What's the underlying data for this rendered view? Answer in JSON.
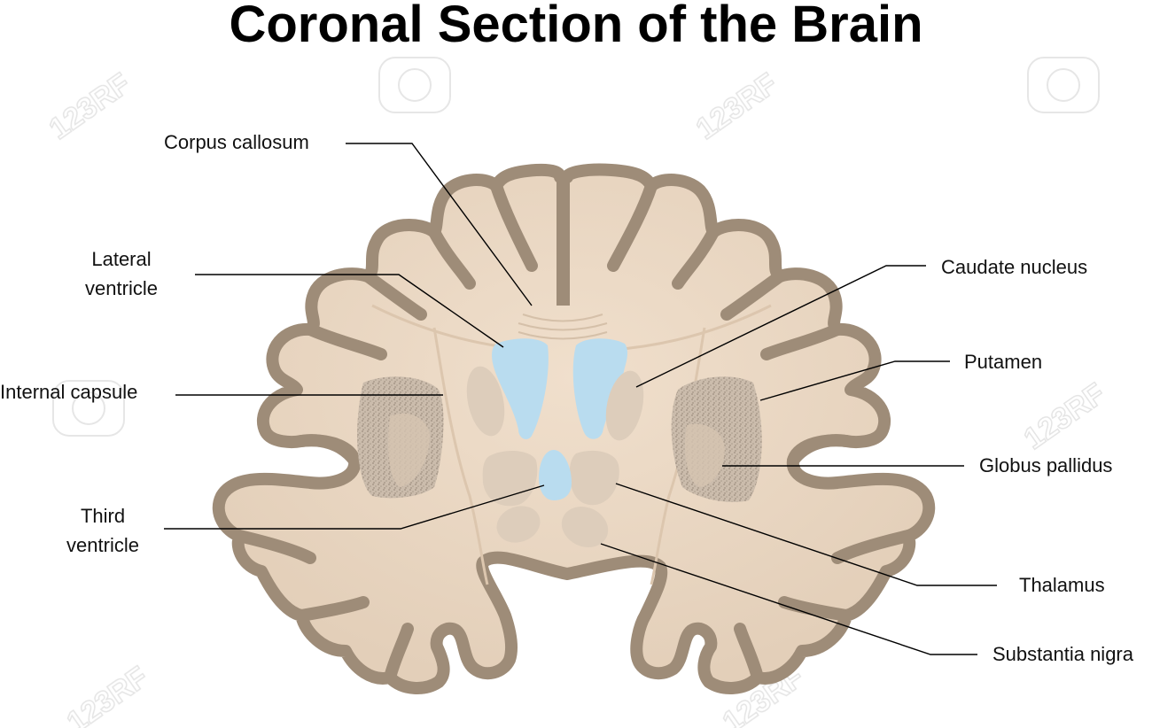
{
  "title": "Coronal Section of the Brain",
  "labels": {
    "corpus_callosum": "Corpus callosum",
    "lateral_ventricle_1": "Lateral",
    "lateral_ventricle_2": "ventricle",
    "internal_capsule": "Internal capsule",
    "third_ventricle_1": "Third",
    "third_ventricle_2": "ventricle",
    "caudate_nucleus": "Caudate nucleus",
    "putamen": "Putamen",
    "globus_pallidus": "Globus pallidus",
    "thalamus": "Thalamus",
    "substantia_nigra": "Substantia nigra"
  },
  "watermark": "123RF",
  "colors": {
    "cortex": "#9e8c78",
    "white_matter": "#e8d6c2",
    "ventricle": "#b9dcef",
    "nucleus": "#ddcdbb",
    "stipple": "#a8998a"
  }
}
